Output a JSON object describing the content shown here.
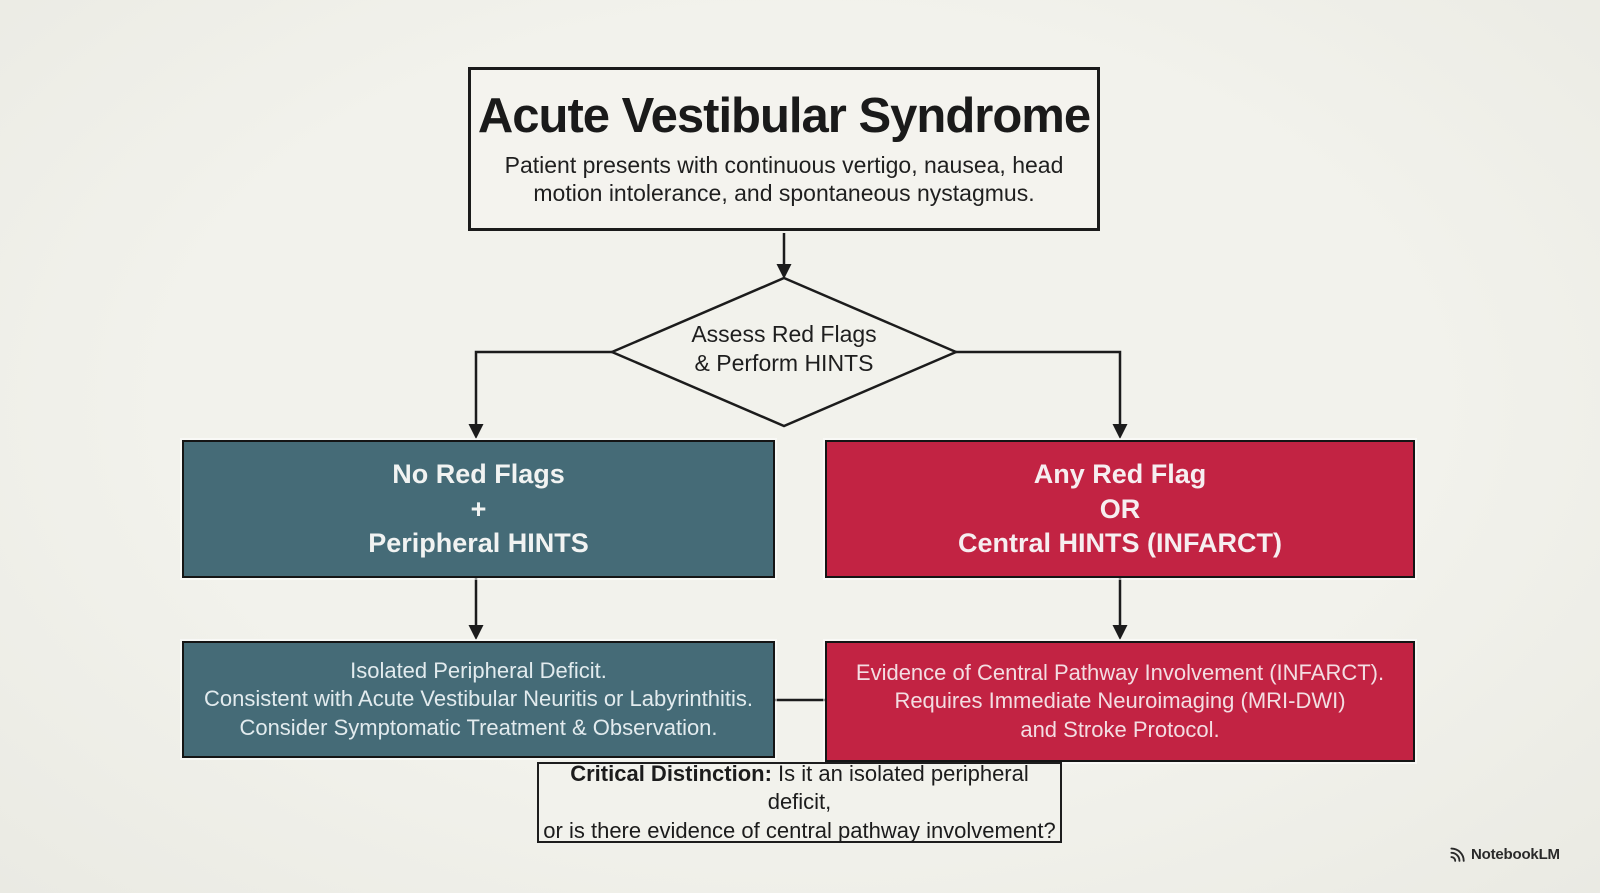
{
  "colors": {
    "background": "#f0f0ea",
    "teal_box": "#456b77",
    "crimson_box": "#c22343",
    "outline": "#1c1c1c",
    "light_text_on_teal": "#f1f3f2",
    "light_text_on_crimson": "#f6eef0"
  },
  "title_box": {
    "title": "Acute Vestibular Syndrome",
    "subtitle_line1": "Patient presents with continuous vertigo, nausea, head",
    "subtitle_line2": "motion intolerance, and spontaneous nystagmus."
  },
  "decision_diamond": {
    "line1": "Assess Red Flags",
    "line2": "& Perform HINTS"
  },
  "peripheral_branch": {
    "outcome_line1": "No Red Flags",
    "outcome_line2": "+",
    "outcome_line3": "Peripheral HINTS",
    "detail_line1": "Isolated Peripheral Deficit.",
    "detail_line2": "Consistent with Acute Vestibular Neuritis or Labyrinthitis.",
    "detail_line3": "Consider Symptomatic Treatment & Observation."
  },
  "central_branch": {
    "outcome_line1": "Any Red Flag",
    "outcome_line2": "OR",
    "outcome_line3": "Central HINTS (INFARCT)",
    "detail_line1": "Evidence of Central Pathway Involvement (INFARCT).",
    "detail_line2": "Requires Immediate Neuroimaging (MRI-DWI)",
    "detail_line3": "and Stroke Protocol."
  },
  "critical_distinction": {
    "label": "Critical Distinction:",
    "question_line1": "Is it an isolated peripheral deficit,",
    "question_line2": "or is there evidence of central pathway involvement?"
  },
  "watermark": {
    "brand": "NotebookLM"
  }
}
